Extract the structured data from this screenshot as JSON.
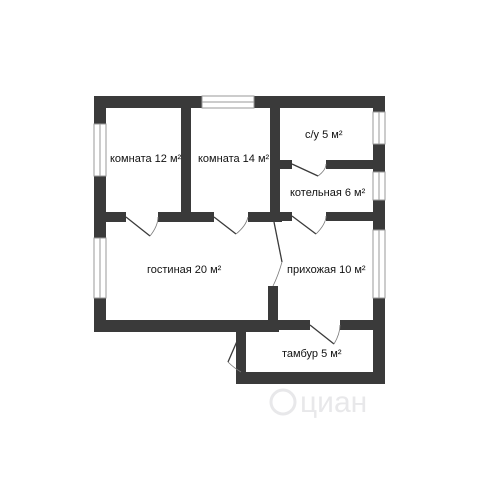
{
  "rooms": {
    "room1": {
      "name": "комната 12 м²"
    },
    "room2": {
      "name": "комната 14 м²"
    },
    "bathroom": {
      "name": "с/у 5 м²"
    },
    "boiler": {
      "name": "котельная 6 м²"
    },
    "living": {
      "name": "гостиная 20 м²"
    },
    "hallway": {
      "name": "прихожая 10 м²"
    },
    "vestibule": {
      "name": "тамбур 5 м²"
    }
  },
  "watermark": {
    "text": "циан"
  },
  "colors": {
    "wall": "#3a3a3a",
    "window": "#9a9a9a",
    "background": "#ffffff"
  }
}
